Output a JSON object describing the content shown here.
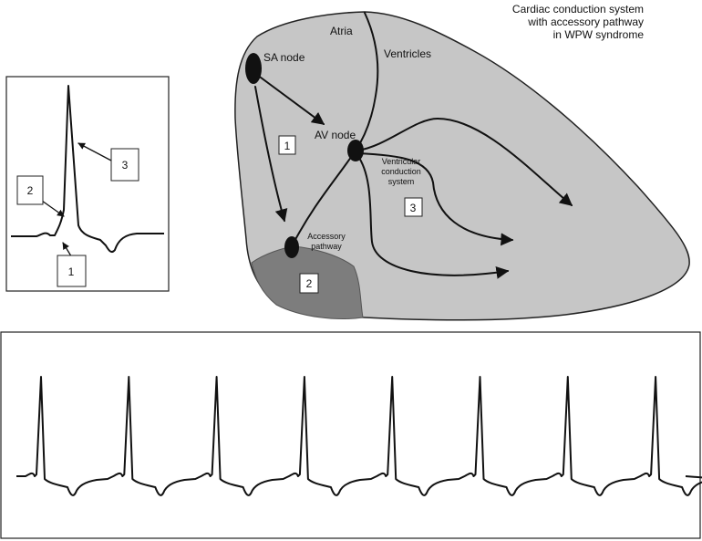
{
  "title_lines": [
    "Cardiac conduction system",
    "with accessory pathway",
    "in WPW syndrome"
  ],
  "labels": {
    "atria": "Atria",
    "ventricles": "Ventricles",
    "sa_node": "SA node",
    "av_node": "AV node",
    "ventricular_conduction": [
      "Ventricular",
      "conduction",
      "system"
    ],
    "accessory_pathway": [
      "Accessory",
      "pathway"
    ]
  },
  "numbers": {
    "heart_1": "1",
    "heart_2": "2",
    "heart_3": "3",
    "inset_1": "1",
    "inset_2": "2",
    "inset_3": "3"
  },
  "colors": {
    "heart_fill": "#c6c6c6",
    "pathway_region": "#7d7d7d",
    "node": "#111111",
    "outline": "#222222"
  },
  "rhythm_strip": {
    "beat_count": 8
  }
}
